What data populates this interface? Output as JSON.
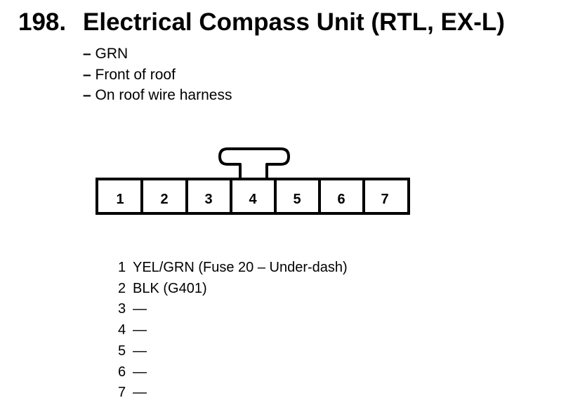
{
  "header": {
    "number": "198.",
    "title": "Electrical Compass Unit (RTL, EX-L)"
  },
  "details": [
    {
      "dash": "–",
      "text": "GRN"
    },
    {
      "dash": "–",
      "text": "Front of roof"
    },
    {
      "dash": "–",
      "text": "On roof wire harness"
    }
  ],
  "connector": {
    "cavities": [
      "1",
      "2",
      "3",
      "4",
      "5",
      "6",
      "7"
    ]
  },
  "pins": [
    {
      "num": "1",
      "wire": "YEL/GRN (Fuse 20 – Under-dash)"
    },
    {
      "num": "2",
      "wire": "BLK (G401)"
    },
    {
      "num": "3",
      "wire": "—"
    },
    {
      "num": "4",
      "wire": "—"
    },
    {
      "num": "5",
      "wire": "—"
    },
    {
      "num": "6",
      "wire": "—"
    },
    {
      "num": "7",
      "wire": "—"
    }
  ]
}
